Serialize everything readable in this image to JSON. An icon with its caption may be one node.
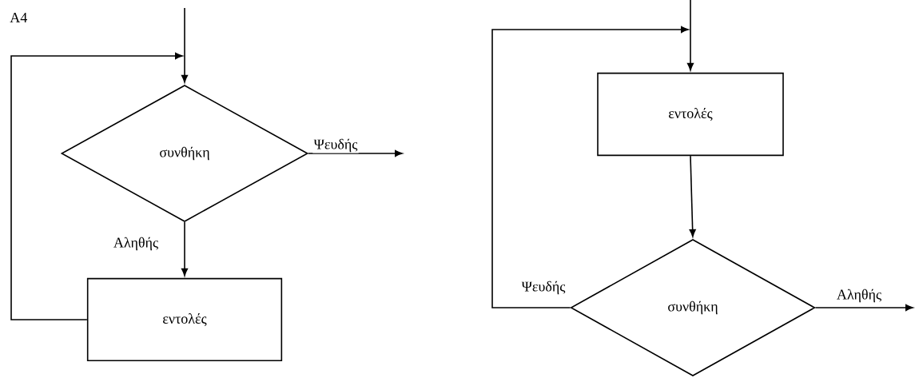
{
  "diagram": {
    "nodes": [
      {
        "text": [
          "συνθήκη"
        ]
      },
      {
        "text": [
          "εντολές"
        ]
      },
      {
        "text": [
          "εντολές"
        ]
      },
      {
        "text": [
          "συνθήκη"
        ]
      }
    ],
    "edges": [
      {
        "from": null,
        "to": 0,
        "arrow": "to"
      },
      {
        "from": 0,
        "to": null,
        "arrow": "to",
        "label": "Ψευδής"
      },
      {
        "from": 0,
        "to": 1,
        "arrow": "to",
        "label": "Αληθής"
      },
      {
        "from": 1,
        "to": 0,
        "arrow": "to"
      },
      {
        "from": null,
        "to": 2,
        "arrow": "to"
      },
      {
        "from": 2,
        "to": 3,
        "arrow": "to"
      },
      {
        "from": 3,
        "to": null,
        "arrow": "to",
        "label": "Αληθής"
      },
      {
        "from": 3,
        "to": 2,
        "arrow": "to",
        "label": "Ψευδής"
      }
    ],
    "labels": [
      "A4"
    ]
  }
}
